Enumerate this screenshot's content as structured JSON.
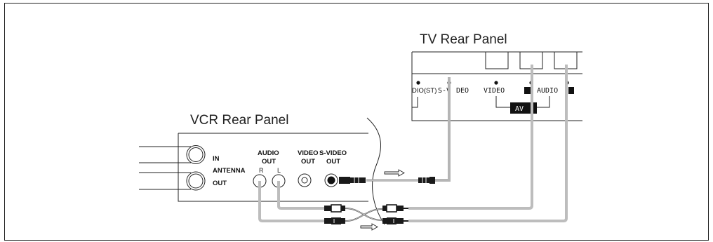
{
  "colors": {
    "line": "#222222",
    "cable": "#bdbdbd",
    "cable_dark": "#555555",
    "plug": "#1a1a1a"
  },
  "tv_panel": {
    "title": "TV Rear Panel",
    "labels": {
      "audio_st_partial": "DIO(ST)",
      "s_video": "S-V",
      "s_video_tail": "DEO",
      "video": "VIDEO",
      "audio": "AUDIO",
      "av": "AV"
    }
  },
  "vcr_panel": {
    "title": "VCR Rear Panel",
    "labels": {
      "in": "IN",
      "antenna": "ANTENNA",
      "out": "OUT",
      "audio_out_1": "AUDIO",
      "audio_out_2": "OUT",
      "video_out_1": "VIDEO",
      "video_out_2": "OUT",
      "svideo_out_1": "S-VIDEO",
      "svideo_out_2": "OUT",
      "r": "R",
      "l": "L"
    }
  }
}
